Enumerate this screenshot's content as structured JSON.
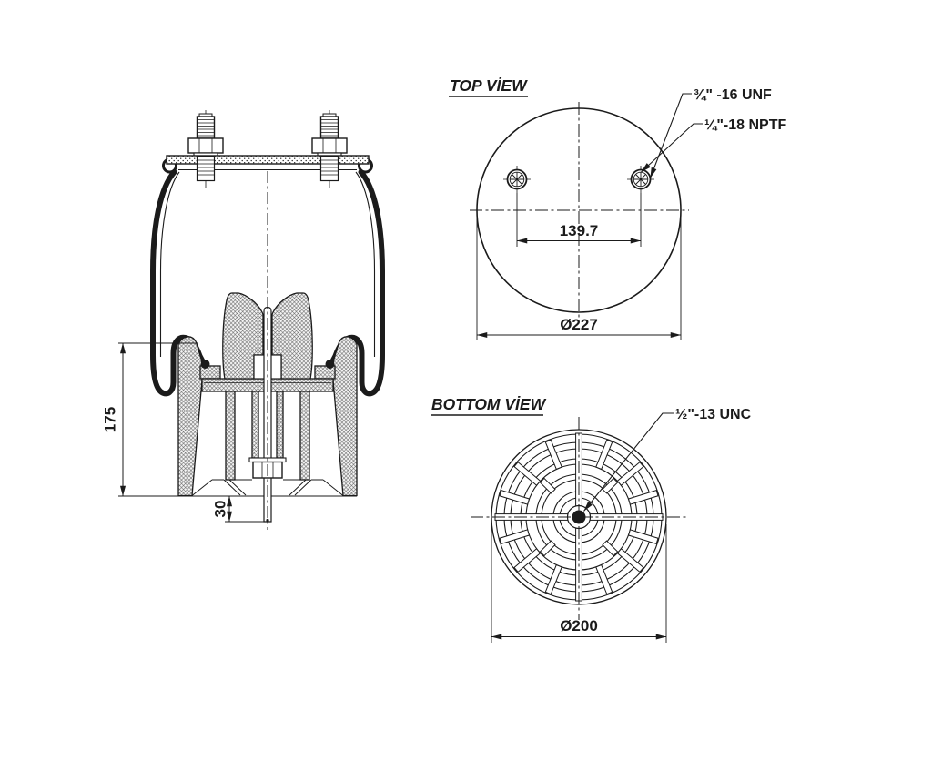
{
  "drawing": {
    "type": "air-spring technical drawing",
    "colors": {
      "line": "#1b1b1b",
      "background": "#ffffff"
    },
    "side_view": {
      "dim_height": "175",
      "dim_stud_length": "30"
    },
    "top_view": {
      "title": "TOP VİEW",
      "label_stud_thread": "¾\" -16 UNF",
      "label_air_fitting": "¼\"-18 NPTF",
      "dim_stud_spacing": "139.7",
      "dim_plate_diameter": "Ø227"
    },
    "bottom_view": {
      "title": "BOTTOM VİEW",
      "label_bolt_thread": "½\"-13 UNC",
      "dim_piston_diameter": "Ø200"
    }
  }
}
